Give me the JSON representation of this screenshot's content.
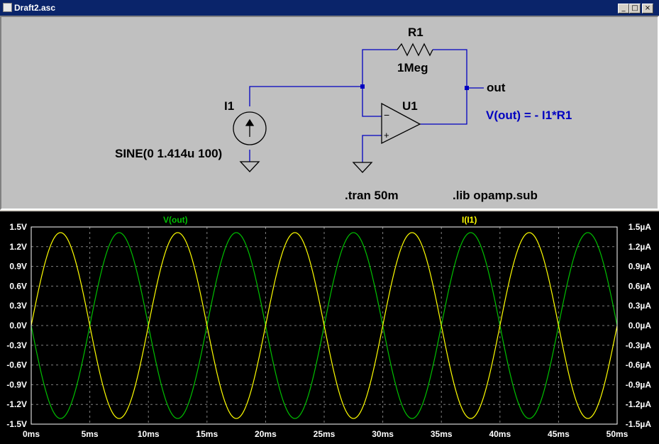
{
  "window": {
    "title": "Draft2.asc",
    "buttons": {
      "minimize": "_",
      "maximize": "□",
      "close": "×"
    }
  },
  "schematic": {
    "r1_name": "R1",
    "r1_value": "1Meg",
    "i1_name": "I1",
    "i1_value": "SINE(0 1.414u 100)",
    "u1_name": "U1",
    "net_out": "out",
    "opamp_minus": "−",
    "opamp_plus": "+",
    "comment": "V(out) = - I1*R1",
    "directive_tran": ".tran 50m",
    "directive_lib": ".lib opamp.sub",
    "colors": {
      "wire": "#0000c0",
      "text": "#000000",
      "comment": "#0000c0",
      "background": "#c0c0c0"
    }
  },
  "chart_data": {
    "type": "line",
    "x": {
      "unit": "ms",
      "range": [
        0,
        50
      ],
      "ticks": [
        "0ms",
        "5ms",
        "10ms",
        "15ms",
        "20ms",
        "25ms",
        "30ms",
        "35ms",
        "40ms",
        "45ms",
        "50ms"
      ]
    },
    "y_left": {
      "range": [
        -1.5,
        1.5
      ],
      "ticks": [
        "1.5V",
        "1.2V",
        "0.9V",
        "0.6V",
        "0.3V",
        "0.0V",
        "-0.3V",
        "-0.6V",
        "-0.9V",
        "-1.2V",
        "-1.5V"
      ]
    },
    "y_right": {
      "range": [
        -1.5,
        1.5
      ],
      "ticks": [
        "1.5µA",
        "1.2µA",
        "0.9µA",
        "0.6µA",
        "0.3µA",
        "0.0µA",
        "-0.3µA",
        "-0.6µA",
        "-0.9µA",
        "-1.2µA",
        "-1.5µA"
      ]
    },
    "grid": true,
    "series": [
      {
        "name": "V(out)",
        "color": "#00c000",
        "axis": "left",
        "amplitude": 1.414,
        "frequency_hz": 100,
        "phase_sign": -1
      },
      {
        "name": "I(I1)",
        "color": "#ffff00",
        "axis": "right",
        "amplitude": 1.414,
        "frequency_hz": 100,
        "phase_sign": 1
      }
    ]
  }
}
